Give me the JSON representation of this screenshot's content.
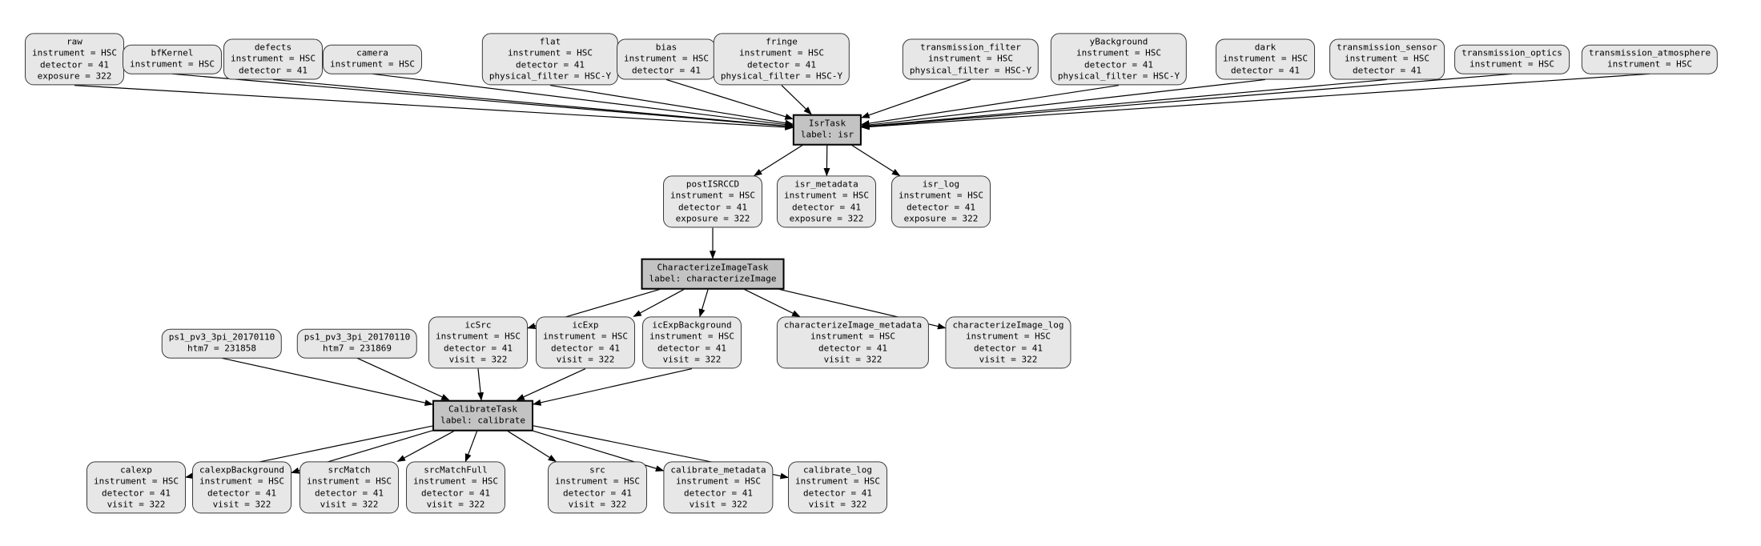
{
  "diagram": {
    "background": "#ffffff",
    "colors": {
      "dataset_fill": "#e7e7e7",
      "dataset_border": "#3a3a3a",
      "task_fill": "#c3c3c3",
      "task_border": "#000000",
      "edge": "#000000",
      "text": "#000000"
    },
    "nodes": [
      {
        "id": "raw",
        "kind": "dataset",
        "lines": [
          "raw",
          "instrument = HSC",
          "detector = 41",
          "exposure = 322"
        ]
      },
      {
        "id": "bfKernel",
        "kind": "dataset",
        "lines": [
          "bfKernel",
          "instrument = HSC"
        ]
      },
      {
        "id": "defects",
        "kind": "dataset",
        "lines": [
          "defects",
          "instrument = HSC",
          "detector = 41"
        ]
      },
      {
        "id": "camera",
        "kind": "dataset",
        "lines": [
          "camera",
          "instrument = HSC"
        ]
      },
      {
        "id": "flat",
        "kind": "dataset",
        "lines": [
          "flat",
          "instrument = HSC",
          "detector = 41",
          "physical_filter = HSC-Y"
        ]
      },
      {
        "id": "bias",
        "kind": "dataset",
        "lines": [
          "bias",
          "instrument = HSC",
          "detector = 41"
        ]
      },
      {
        "id": "fringe",
        "kind": "dataset",
        "lines": [
          "fringe",
          "instrument = HSC",
          "detector = 41",
          "physical_filter = HSC-Y"
        ]
      },
      {
        "id": "transmission_filter",
        "kind": "dataset",
        "lines": [
          "transmission_filter",
          "instrument = HSC",
          "physical_filter = HSC-Y"
        ]
      },
      {
        "id": "yBackground",
        "kind": "dataset",
        "lines": [
          "yBackground",
          "instrument = HSC",
          "detector = 41",
          "physical_filter = HSC-Y"
        ]
      },
      {
        "id": "dark",
        "kind": "dataset",
        "lines": [
          "dark",
          "instrument = HSC",
          "detector = 41"
        ]
      },
      {
        "id": "transmission_sensor",
        "kind": "dataset",
        "lines": [
          "transmission_sensor",
          "instrument = HSC",
          "detector = 41"
        ]
      },
      {
        "id": "transmission_optics",
        "kind": "dataset",
        "lines": [
          "transmission_optics",
          "instrument = HSC"
        ]
      },
      {
        "id": "transmission_atmosphere",
        "kind": "dataset",
        "lines": [
          "transmission_atmosphere",
          "instrument = HSC"
        ]
      },
      {
        "id": "isr",
        "kind": "task",
        "lines": [
          "IsrTask",
          "label: isr"
        ]
      },
      {
        "id": "postISRCCD",
        "kind": "dataset",
        "lines": [
          "postISRCCD",
          "instrument = HSC",
          "detector = 41",
          "exposure = 322"
        ]
      },
      {
        "id": "isr_metadata",
        "kind": "dataset",
        "lines": [
          "isr_metadata",
          "instrument = HSC",
          "detector = 41",
          "exposure = 322"
        ]
      },
      {
        "id": "isr_log",
        "kind": "dataset",
        "lines": [
          "isr_log",
          "instrument = HSC",
          "detector = 41",
          "exposure = 322"
        ]
      },
      {
        "id": "characterizeImage",
        "kind": "task",
        "lines": [
          "CharacterizeImageTask",
          "label: characterizeImage"
        ]
      },
      {
        "id": "ps1_231858",
        "kind": "dataset",
        "lines": [
          "ps1_pv3_3pi_20170110",
          "htm7 = 231858"
        ]
      },
      {
        "id": "ps1_231869",
        "kind": "dataset",
        "lines": [
          "ps1_pv3_3pi_20170110",
          "htm7 = 231869"
        ]
      },
      {
        "id": "icSrc",
        "kind": "dataset",
        "lines": [
          "icSrc",
          "instrument = HSC",
          "detector = 41",
          "visit = 322"
        ]
      },
      {
        "id": "icExp",
        "kind": "dataset",
        "lines": [
          "icExp",
          "instrument = HSC",
          "detector = 41",
          "visit = 322"
        ]
      },
      {
        "id": "icExpBackground",
        "kind": "dataset",
        "lines": [
          "icExpBackground",
          "instrument = HSC",
          "detector = 41",
          "visit = 322"
        ]
      },
      {
        "id": "characterizeImage_metadata",
        "kind": "dataset",
        "lines": [
          "characterizeImage_metadata",
          "instrument = HSC",
          "detector = 41",
          "visit = 322"
        ]
      },
      {
        "id": "characterizeImage_log",
        "kind": "dataset",
        "lines": [
          "characterizeImage_log",
          "instrument = HSC",
          "detector = 41",
          "visit = 322"
        ]
      },
      {
        "id": "calibrate",
        "kind": "task",
        "lines": [
          "CalibrateTask",
          "label: calibrate"
        ]
      },
      {
        "id": "calexp",
        "kind": "dataset",
        "lines": [
          "calexp",
          "instrument = HSC",
          "detector = 41",
          "visit = 322"
        ]
      },
      {
        "id": "calexpBackground",
        "kind": "dataset",
        "lines": [
          "calexpBackground",
          "instrument = HSC",
          "detector = 41",
          "visit = 322"
        ]
      },
      {
        "id": "srcMatch",
        "kind": "dataset",
        "lines": [
          "srcMatch",
          "instrument = HSC",
          "detector = 41",
          "visit = 322"
        ]
      },
      {
        "id": "srcMatchFull",
        "kind": "dataset",
        "lines": [
          "srcMatchFull",
          "instrument = HSC",
          "detector = 41",
          "visit = 322"
        ]
      },
      {
        "id": "src",
        "kind": "dataset",
        "lines": [
          "src",
          "instrument = HSC",
          "detector = 41",
          "visit = 322"
        ]
      },
      {
        "id": "calibrate_metadata",
        "kind": "dataset",
        "lines": [
          "calibrate_metadata",
          "instrument = HSC",
          "detector = 41",
          "visit = 322"
        ]
      },
      {
        "id": "calibrate_log",
        "kind": "dataset",
        "lines": [
          "calibrate_log",
          "instrument = HSC",
          "detector = 41",
          "visit = 322"
        ]
      }
    ],
    "edges": [
      [
        "raw",
        "isr"
      ],
      [
        "bfKernel",
        "isr"
      ],
      [
        "defects",
        "isr"
      ],
      [
        "camera",
        "isr"
      ],
      [
        "flat",
        "isr"
      ],
      [
        "bias",
        "isr"
      ],
      [
        "fringe",
        "isr"
      ],
      [
        "transmission_filter",
        "isr"
      ],
      [
        "yBackground",
        "isr"
      ],
      [
        "dark",
        "isr"
      ],
      [
        "transmission_sensor",
        "isr"
      ],
      [
        "transmission_optics",
        "isr"
      ],
      [
        "transmission_atmosphere",
        "isr"
      ],
      [
        "isr",
        "postISRCCD"
      ],
      [
        "isr",
        "isr_metadata"
      ],
      [
        "isr",
        "isr_log"
      ],
      [
        "postISRCCD",
        "characterizeImage"
      ],
      [
        "characterizeImage",
        "icSrc"
      ],
      [
        "characterizeImage",
        "icExp"
      ],
      [
        "characterizeImage",
        "icExpBackground"
      ],
      [
        "characterizeImage",
        "characterizeImage_metadata"
      ],
      [
        "characterizeImage",
        "characterizeImage_log"
      ],
      [
        "ps1_231858",
        "calibrate"
      ],
      [
        "ps1_231869",
        "calibrate"
      ],
      [
        "icSrc",
        "calibrate"
      ],
      [
        "icExp",
        "calibrate"
      ],
      [
        "icExpBackground",
        "calibrate"
      ],
      [
        "calibrate",
        "calexp"
      ],
      [
        "calibrate",
        "calexpBackground"
      ],
      [
        "calibrate",
        "srcMatch"
      ],
      [
        "calibrate",
        "srcMatchFull"
      ],
      [
        "calibrate",
        "src"
      ],
      [
        "calibrate",
        "calibrate_metadata"
      ],
      [
        "calibrate",
        "calibrate_log"
      ]
    ]
  }
}
